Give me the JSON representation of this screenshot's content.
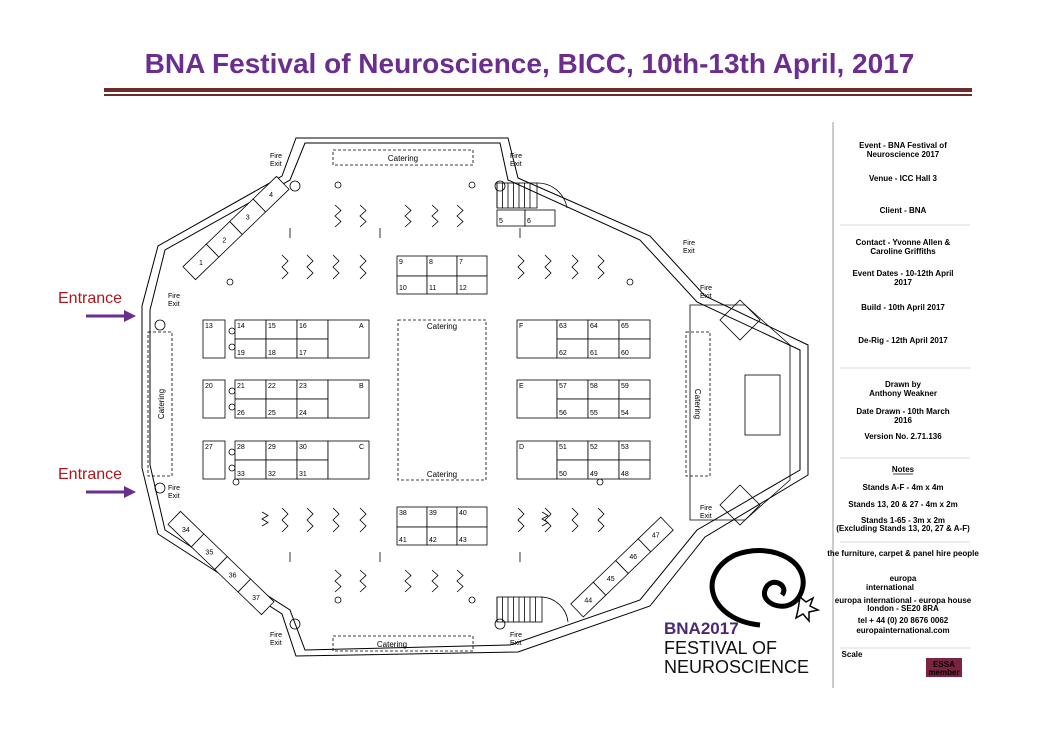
{
  "title": "BNA Festival of Neuroscience, BICC, 10th-13th April, 2017",
  "entrance_labels": [
    "Entrance",
    "Entrance"
  ],
  "fire_exit_line1": "Fire",
  "fire_exit_line2": "Exit",
  "catering_label": "Catering",
  "stands": {
    "top_block": [
      "9",
      "8",
      "7",
      "10",
      "11",
      "12"
    ],
    "left_top_row1": [
      "13",
      "14",
      "15",
      "16",
      "A"
    ],
    "left_top_row2": [
      "19",
      "18",
      "17"
    ],
    "left_mid_row1": [
      "20",
      "21",
      "22",
      "23",
      "B"
    ],
    "left_mid_row2": [
      "26",
      "25",
      "24"
    ],
    "left_bot_row1": [
      "27",
      "28",
      "29",
      "30",
      "C"
    ],
    "left_bot_row2": [
      "33",
      "32",
      "31"
    ],
    "right_top_row1": [
      "F",
      "63",
      "64",
      "65"
    ],
    "right_top_row2": [
      "62",
      "61",
      "60"
    ],
    "right_mid_row1": [
      "E",
      "57",
      "58",
      "59"
    ],
    "right_mid_row2": [
      "56",
      "55",
      "54"
    ],
    "right_bot_row1": [
      "D",
      "51",
      "52",
      "53"
    ],
    "right_bot_row2": [
      "50",
      "49",
      "48"
    ],
    "bottom_block": [
      "38",
      "39",
      "40",
      "41",
      "42",
      "43"
    ],
    "diag_top_left": [
      "1",
      "2",
      "3",
      "4"
    ],
    "top_right_pair": [
      "5",
      "6"
    ],
    "diag_bot_left": [
      "34",
      "35",
      "36",
      "37"
    ],
    "diag_bot_right": [
      "44",
      "45",
      "46",
      "47"
    ]
  },
  "info_panel": {
    "event": "Event - BNA Festival of Neuroscience 2017",
    "venue": "Venue - ICC Hall 3",
    "client": "Client - BNA",
    "contact": "Contact - Yvonne Allen & Caroline Griffiths",
    "event_dates": "Event Dates - 10-12th April 2017",
    "build": "Build - 10th April 2017",
    "derig": "De-Rig - 12th April 2017",
    "drawn_by": "Drawn by Anthony Weakner",
    "date_drawn": "Date Drawn - 10th March 2016",
    "version": "Version No. 2.71.136",
    "notes_heading": "Notes",
    "note1": "Stands A-F - 4m x 4m",
    "note2": "Stands 13, 20 & 27 - 4m x 2m",
    "note3": "Stands 1-65 - 3m x 2m",
    "note3_sub": "(Excluding Stands 13, 20, 27 & A-F)",
    "europa_tagline": "the furniture, carpet & panel hire people",
    "europa_name": "europa",
    "europa_sub": "international",
    "europa_address1": "europa international - europa house",
    "europa_address2": "london - SE20 8RA",
    "europa_tel": "tel + 44 (0) 20 8676 0062",
    "europa_web": "europainternational.com",
    "scale": "Scale",
    "essa1": "ESSA",
    "essa2": "member"
  },
  "bna_logo": {
    "line1": "BNA2017",
    "line2": "FESTIVAL OF",
    "line3": "NEUROSCIENCE"
  },
  "colors": {
    "title": "#6b2e8f",
    "rule": "#6d2b2b",
    "entrance_text": "#b0161c",
    "entrance_arrow": "#6b2e8f",
    "europa_teal": "#1aa8a0",
    "bna_purple": "#4b2a73",
    "essa": "#7b2341"
  }
}
